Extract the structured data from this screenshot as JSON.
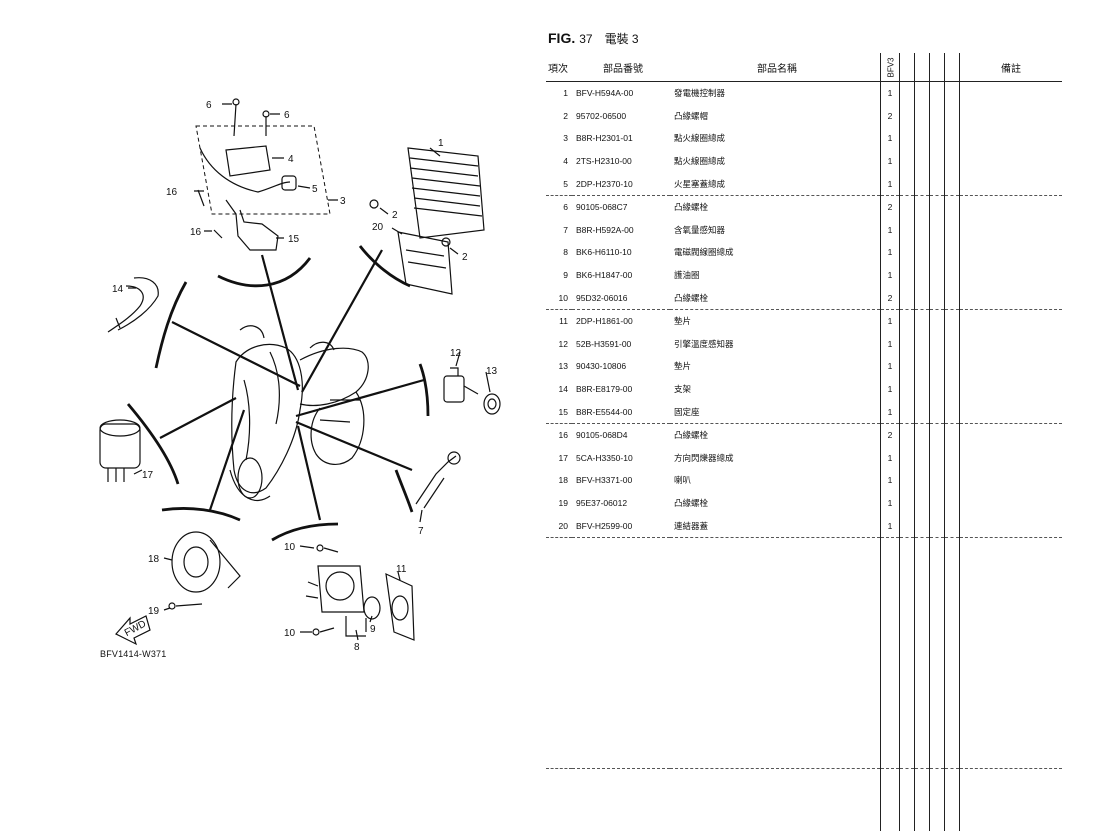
{
  "figure": {
    "label": "FIG.",
    "number": "37",
    "title": "電裝 3"
  },
  "columns": {
    "index": "項次",
    "part_no": "部品番號",
    "desc": "部品名稱",
    "model": "BFV3",
    "remarks": "備註"
  },
  "diagram_code": "BFV1414-W371",
  "fwd_label": "FWD",
  "callouts": [
    "1",
    "2",
    "2",
    "3",
    "4",
    "5",
    "6",
    "6",
    "7",
    "8",
    "9",
    "10",
    "10",
    "11",
    "12",
    "13",
    "14",
    "15",
    "16",
    "16",
    "17",
    "18",
    "19",
    "20"
  ],
  "parts": [
    {
      "idx": "1",
      "pn": "BFV-H594A-00",
      "desc": "發電機控制器",
      "qty": "1"
    },
    {
      "idx": "2",
      "pn": "95702-06500",
      "desc": "凸緣螺帽",
      "qty": "2"
    },
    {
      "idx": "3",
      "pn": "B8R-H2301-01",
      "desc": "點火線圈總成",
      "qty": "1"
    },
    {
      "idx": "4",
      "pn": "2TS-H2310-00",
      "desc": "點火線圈總成",
      "qty": "1"
    },
    {
      "idx": "5",
      "pn": "2DP-H2370-10",
      "desc": "火星塞蓋總成",
      "qty": "1"
    },
    {
      "idx": "6",
      "pn": "90105-068C7",
      "desc": "凸緣螺栓",
      "qty": "2"
    },
    {
      "idx": "7",
      "pn": "B8R-H592A-00",
      "desc": "含氧量感知器",
      "qty": "1"
    },
    {
      "idx": "8",
      "pn": "BK6-H6110-10",
      "desc": "電磁閥線圈總成",
      "qty": "1"
    },
    {
      "idx": "9",
      "pn": "BK6-H1847-00",
      "desc": "護油圈",
      "qty": "1"
    },
    {
      "idx": "10",
      "pn": "95D32-06016",
      "desc": "凸緣螺栓",
      "qty": "2"
    },
    {
      "idx": "11",
      "pn": "2DP-H1861-00",
      "desc": "墊片",
      "qty": "1"
    },
    {
      "idx": "12",
      "pn": "52B-H3591-00",
      "desc": "引擎溫度感知器",
      "qty": "1"
    },
    {
      "idx": "13",
      "pn": "90430-10806",
      "desc": "墊片",
      "qty": "1"
    },
    {
      "idx": "14",
      "pn": "B8R-E8179-00",
      "desc": "支架",
      "qty": "1"
    },
    {
      "idx": "15",
      "pn": "B8R-E5544-00",
      "desc": "固定座",
      "qty": "1"
    },
    {
      "idx": "16",
      "pn": "90105-068D4",
      "desc": "凸緣螺栓",
      "qty": "2"
    },
    {
      "idx": "17",
      "pn": "5CA-H3350-10",
      "desc": "方向閃爍器總成",
      "qty": "1"
    },
    {
      "idx": "18",
      "pn": "BFV-H3371-00",
      "desc": "喇叭",
      "qty": "1"
    },
    {
      "idx": "19",
      "pn": "95E37-06012",
      "desc": "凸緣螺栓",
      "qty": "1"
    },
    {
      "idx": "20",
      "pn": "BFV-H2599-00",
      "desc": "連結器蓋",
      "qty": "1"
    }
  ]
}
